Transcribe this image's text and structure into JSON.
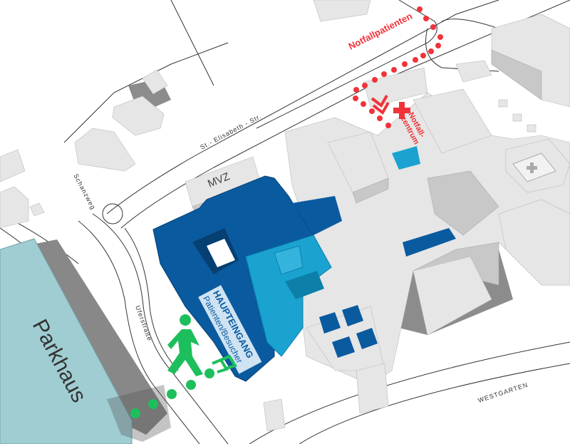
{
  "labels": {
    "parkhaus": "Parkhaus",
    "mvz": "MVZ",
    "main_entrance_title": "HAUPTEINGANG",
    "main_entrance_subtitle": "Patienten/Besucher",
    "emergency_route": "Notfallpatienten",
    "emergency_center_line1": "Notfall-",
    "emergency_center_line2": "zentrum"
  },
  "streets": {
    "st_elisabeth": "St.- Elisabeth - Str.",
    "schanzweg": "Schanzweg",
    "uferstrasse": "Uferstraße",
    "westgarten": "WESTGARTEN"
  },
  "colors": {
    "main_building": "#0a5aa0",
    "main_building_light": "#1aa3d0",
    "parkhaus": "#9fcdd2",
    "pedestrian": "#1dbf5c",
    "emergency": "#f0333a"
  }
}
